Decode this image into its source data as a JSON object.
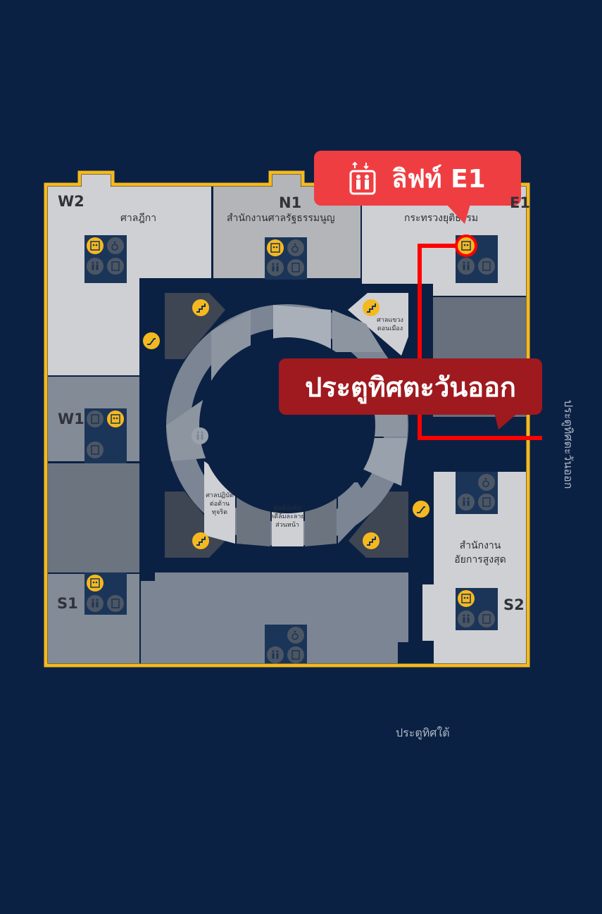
{
  "zones": {
    "w2": {
      "code": "W2",
      "name": "ศาลฎีกา"
    },
    "n1": {
      "code": "N1",
      "name": "สำนักงานศาลรัฐธรรมนูญ"
    },
    "e1": {
      "code": "E1",
      "name": "กระทรวงยุติธรรม"
    },
    "w1": {
      "code": "W1"
    },
    "s1": {
      "code": "S1"
    },
    "s2": {
      "code": "S2",
      "name_line1": "สำนักงาน",
      "name_line2": "อัยการสูงสุด"
    },
    "ne_inner": {
      "line1": "ศาลแขวง",
      "line2": "ดอนเมือง"
    },
    "sw_inner": {
      "line1": "ศาลปฏิบัติ",
      "line2": "ต่อต้าน",
      "line3": "ทุจริต"
    },
    "s_inner": {
      "line1": "ศูนย์บังคับ",
      "line2": "คดีล้มละลาย",
      "line3": "ส่วนหน้า"
    }
  },
  "callouts": {
    "lift": {
      "label": "ลิฟท์ E1",
      "color": "#ef3e42",
      "icon": "elevator-icon"
    },
    "gate": {
      "label": "ประตูทิศตะวันออก",
      "color": "#9e1a1f"
    }
  },
  "gates": {
    "east": "ประตูทิศตะวันออก",
    "south": "ประตูทิศใต้"
  },
  "colors": {
    "background": "#0b2143",
    "border": "#f5b91f",
    "route": "#ff0000",
    "icon_active": "#f5b91f",
    "icon_inactive": "#4d5663"
  }
}
